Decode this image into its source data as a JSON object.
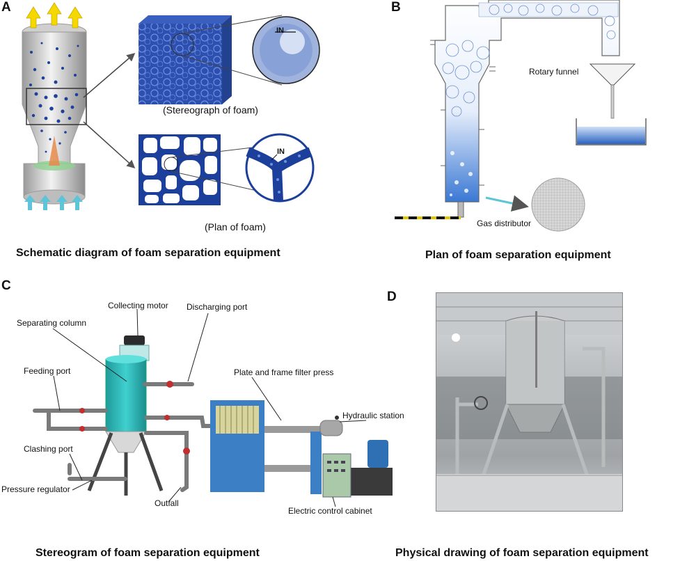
{
  "panels": {
    "a": {
      "letter": "A",
      "in_label_1": "IN",
      "in_label_2": "IN",
      "stereograph_caption": "(Stereograph of foam)",
      "plan_caption": "(Plan of foam)",
      "caption": "Schematic diagram of  foam separation equipment"
    },
    "b": {
      "letter": "B",
      "rotary_funnel": "Rotary funnel",
      "gas_distributor": "Gas distributor",
      "caption": "Plan of foam separation equipment"
    },
    "c": {
      "letter": "C",
      "collecting_motor": "Collecting motor",
      "discharging_port": "Discharging port",
      "separating_column": "Separating column",
      "feeding_port": "Feeding port",
      "plate_frame_filter_press": "Plate and frame filter press",
      "hydraulic_station": "Hydraulic station",
      "clashing_port": "Clashing port",
      "pressure_regulator": "Pressure regulator",
      "outfall": "Outfall",
      "electric_control_cabinet": "Electric control cabinet",
      "caption": "Stereogram of foam separation equipment"
    },
    "d": {
      "letter": "D",
      "caption": "Physical drawing of foam separation equipment"
    }
  },
  "colors": {
    "foam_blue": "#1f3f9a",
    "column_teal": "#2fb3b3",
    "press_blue": "#3d7fc4",
    "arrow_yellow": "#f5d800",
    "arrow_cyan": "#5fc4d8"
  }
}
